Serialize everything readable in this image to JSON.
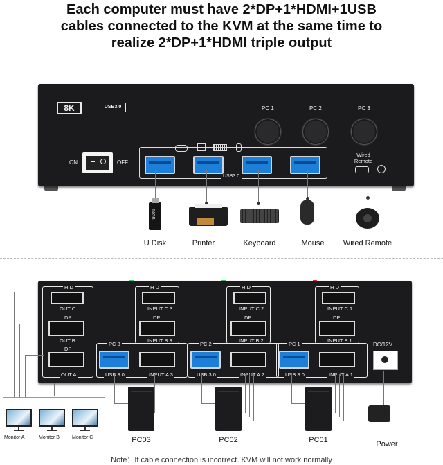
{
  "title_lines": [
    "Each computer must have 2*DP+1*HDMI+1USB",
    "cables connected to the KVM at the same time to",
    "realize 2*DP+1*HDMI triple output"
  ],
  "front": {
    "badge_8k": "8K",
    "badge_usb": "USB3.0",
    "on": "ON",
    "off": "OFF",
    "pc_buttons": [
      "PC 1",
      "PC 2",
      "PC 3"
    ],
    "usb_label": "USB3.0",
    "wired_remote_line1": "Wired",
    "wired_remote_line2": "Remote"
  },
  "devices": [
    "U Disk",
    "Printer",
    "Keyboard",
    "Mouse",
    "Wired Remote"
  ],
  "udisk_text": "64GB",
  "rear": {
    "hd": "H D",
    "dp": "DP",
    "out_c": "OUT C",
    "out_b": "OUT B",
    "out_a": "OUT A",
    "groups": [
      {
        "pc": "PC 3",
        "usb": "USB 3.0",
        "hdmi": "INPUT C 3",
        "dp1": "INPUT B 3",
        "dp2": "INPUT A 3"
      },
      {
        "pc": "PC 2",
        "usb": "USB 3.0",
        "hdmi": "INPUT C 2",
        "dp1": "INPUT B 2",
        "dp2": "INPUT A 2"
      },
      {
        "pc": "PC 1",
        "usb": "USB 3.0",
        "hdmi": "INPUT C 1",
        "dp1": "INPUT B 1",
        "dp2": "INPUT A 1"
      }
    ],
    "power": "DC/12V"
  },
  "monitors": [
    "Monitor A",
    "Monitor B",
    "Monitor C"
  ],
  "pcs": [
    "PC03",
    "PC02",
    "PC01"
  ],
  "power_label": "Power",
  "note": "Note：If cable connection is incorrect. KVM will not work normally"
}
